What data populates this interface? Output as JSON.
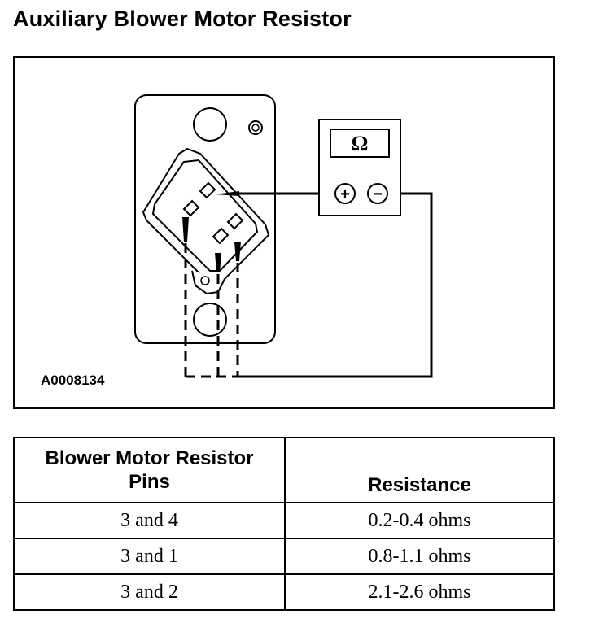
{
  "title": "Auxiliary Blower Motor Resistor",
  "figure": {
    "id": "A0008134",
    "meter_symbol": "Ω",
    "meter_positive": "+",
    "meter_negative": "−"
  },
  "table": {
    "header_pins": "Blower Motor Resistor\nPins",
    "header_resistance": "Resistance",
    "rows": [
      {
        "pins": "3 and 4",
        "resistance": "0.2-0.4 ohms"
      },
      {
        "pins": "3 and 1",
        "resistance": "0.8-1.1 ohms"
      },
      {
        "pins": "3 and 2",
        "resistance": "2.1-2.6 ohms"
      }
    ]
  }
}
